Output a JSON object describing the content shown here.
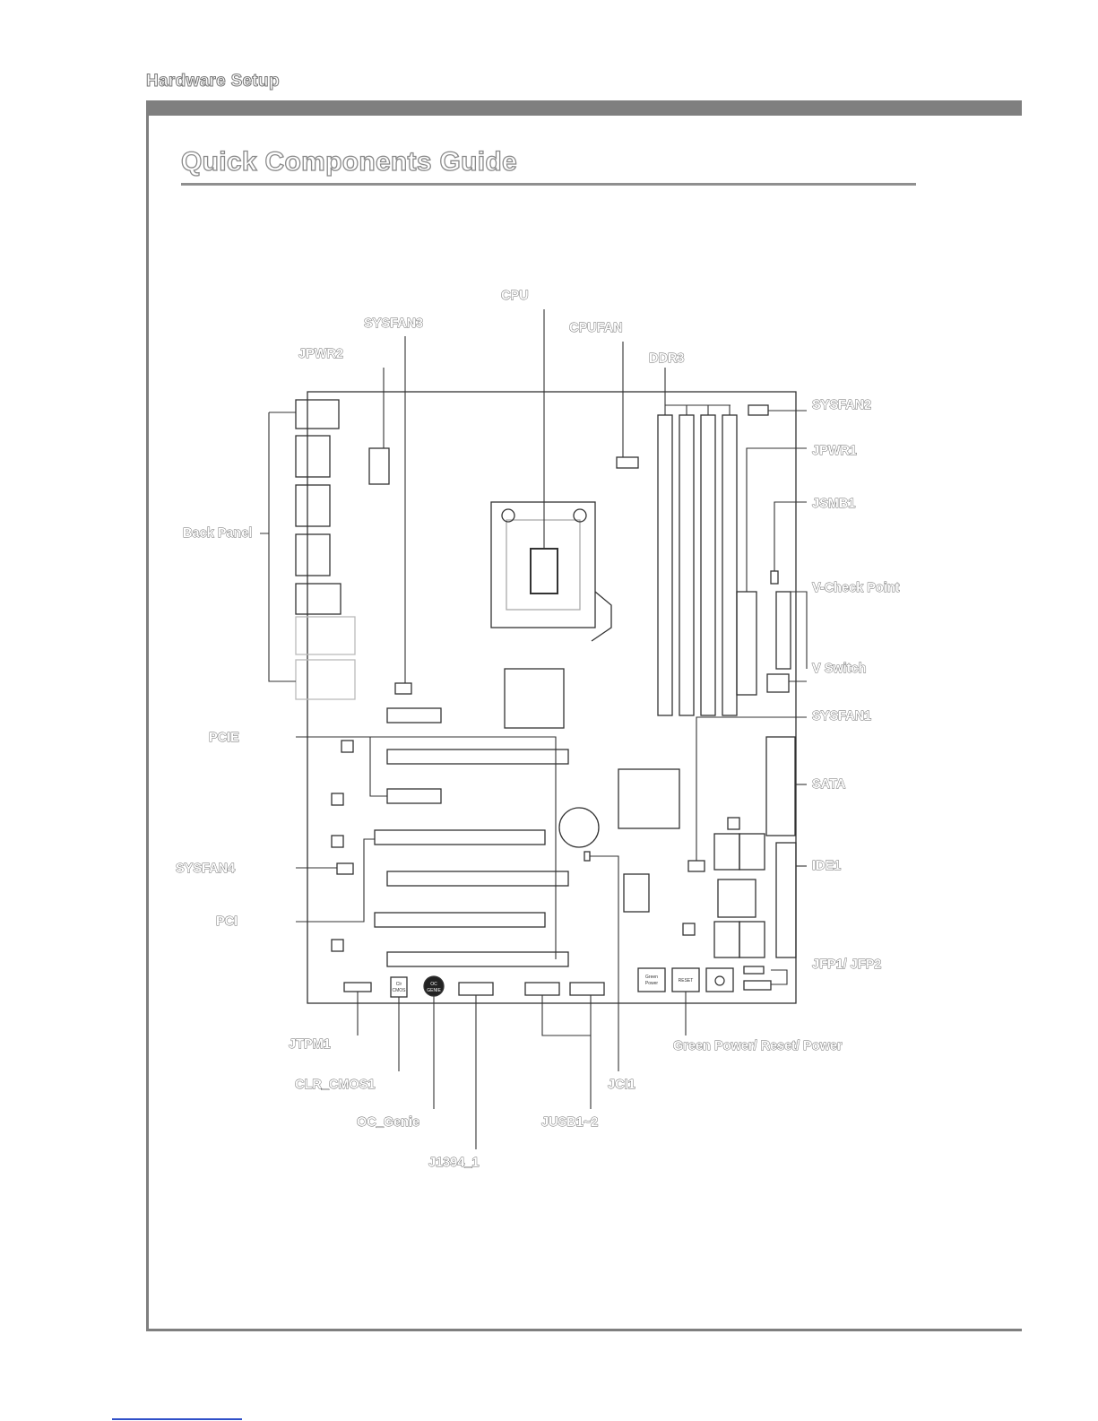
{
  "header": {
    "section_label": "Hardware Setup"
  },
  "page": {
    "title": "Quick Components Guide"
  },
  "diagram": {
    "labels": {
      "cpu": "CPU",
      "sysfan3": "SYSFAN3",
      "cpufan": "CPUFAN",
      "jpwr2": "JPWR2",
      "ddr3": "DDR3",
      "sysfan2": "SYSFAN2",
      "jpwr1": "JPWR1",
      "jsmb1": "JSMB1",
      "back_panel": "Back Panel",
      "vcheck": "V-Check  Point",
      "vswitch": "V Switch",
      "sysfan1": "SYSFAN1",
      "pcie": "PCIE",
      "sata": "SATA",
      "sysfan4": "SYSFAN4",
      "ide1": "IDE1",
      "pci": "PCI",
      "jfp": "JFP1/  JFP2",
      "jtpm1": "JTPM1",
      "green_power": "Green Power/ Reset/ Power",
      "clr_cmos1": "CLR_CMOS1",
      "jci1": "JCI1",
      "oc_genie": "OC_Genie",
      "jusb": "JUSB1~2",
      "j1394": "J1394_1"
    },
    "board_text": {
      "green_btn": [
        "Green",
        "Power"
      ],
      "reset_btn": "RESET",
      "clr_text": [
        "Clr",
        "CMOS"
      ],
      "oc_text": [
        "OC",
        "GENIE"
      ]
    }
  }
}
